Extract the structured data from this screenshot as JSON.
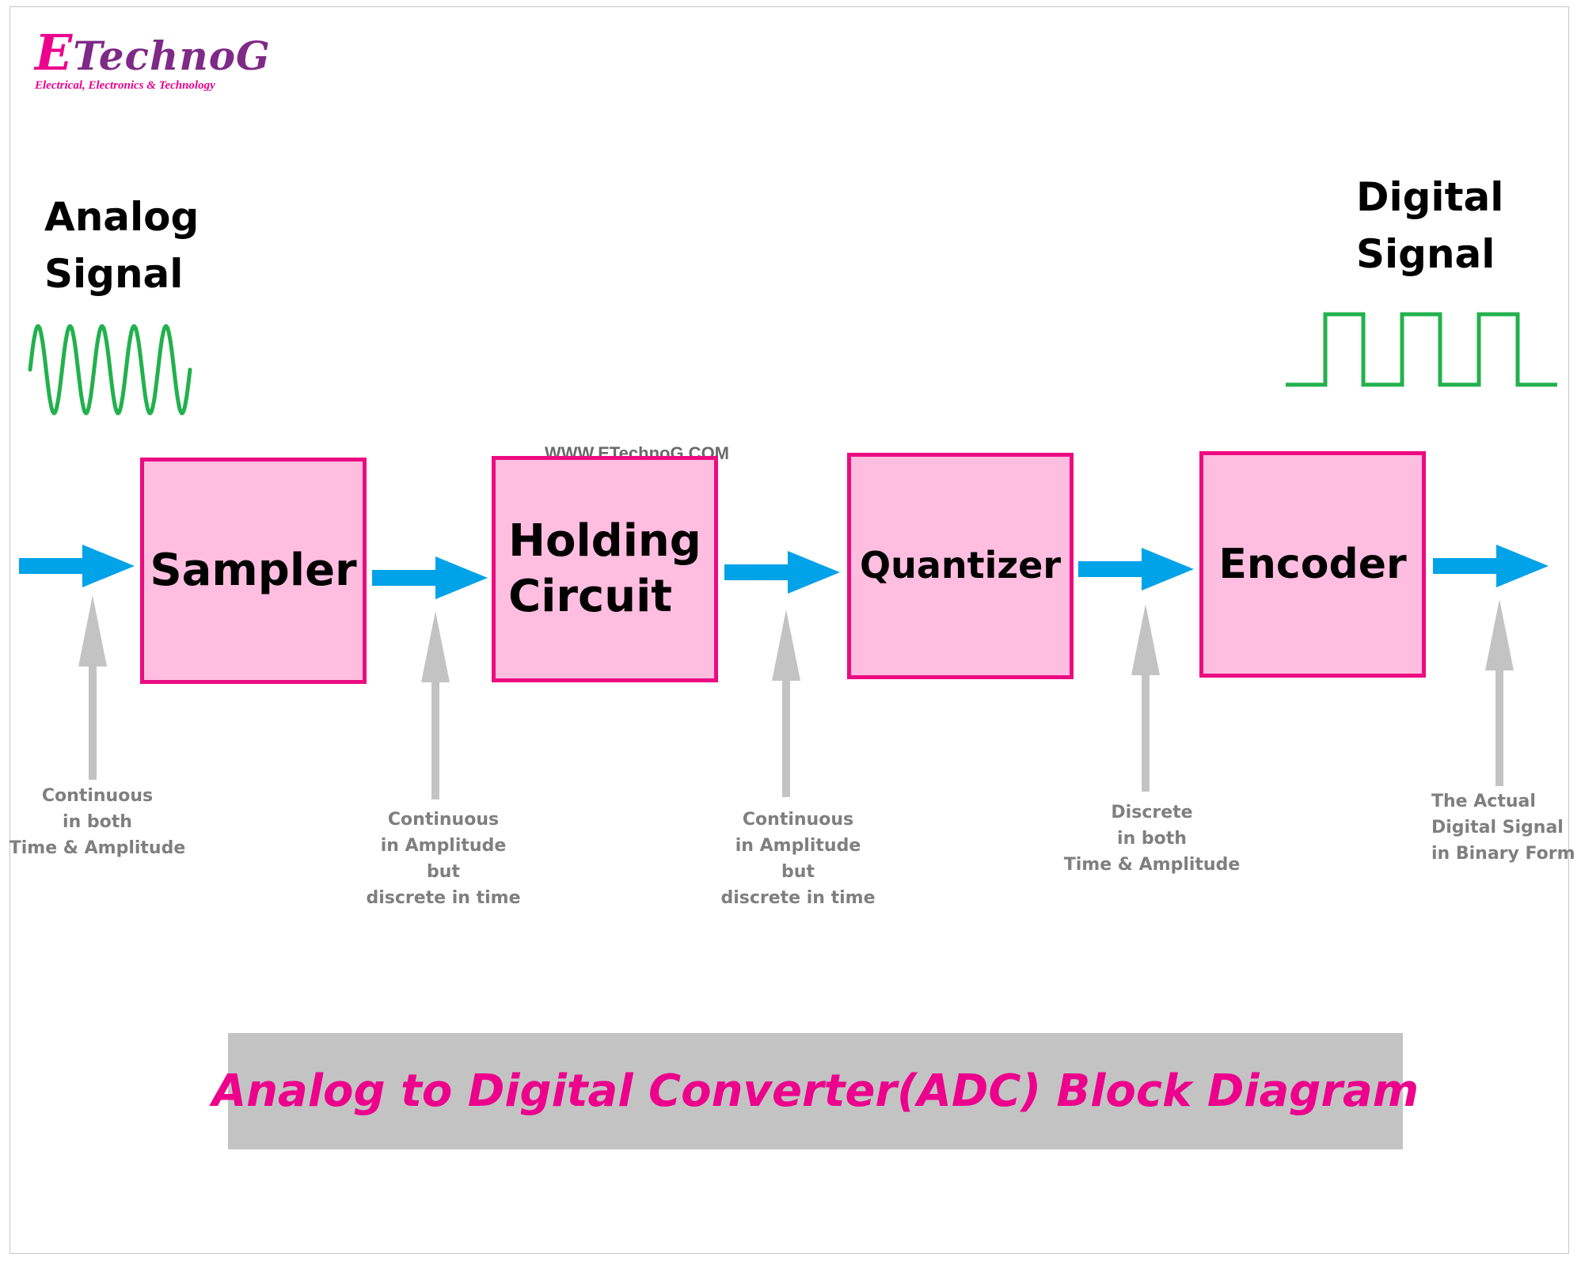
{
  "logo": {
    "initial": "E",
    "name": "TechnoG",
    "tagline": "Electrical, Electronics & Technology"
  },
  "analog_signal": {
    "line1": "Analog",
    "line2": "Signal"
  },
  "digital_signal": {
    "line1": "Digital",
    "line2": "Signal"
  },
  "watermark": "WWW.ETechnoG.COM",
  "blocks": [
    {
      "lines": [
        "Sampler"
      ]
    },
    {
      "lines": [
        "Holding",
        "Circuit"
      ]
    },
    {
      "lines": [
        "Quantizer"
      ]
    },
    {
      "lines": [
        "Encoder"
      ]
    }
  ],
  "notes": [
    {
      "lines": [
        "Continuous",
        "in both",
        "Time & Amplitude"
      ]
    },
    {
      "lines": [
        "Continuous",
        "in Amplitude",
        "but",
        "discrete in time"
      ]
    },
    {
      "lines": [
        "Continuous",
        "in Amplitude",
        "but",
        "discrete in time"
      ]
    },
    {
      "lines": [
        "Discrete",
        "in both",
        "Time & Amplitude"
      ]
    },
    {
      "lines": [
        "The Actual",
        "Digital Signal",
        "in Binary Form"
      ]
    }
  ],
  "title": "Analog to Digital Converter(ADC) Block Diagram",
  "colors": {
    "block_fill": "#ffbee0",
    "block_border": "#ec0b81",
    "flow_arrow": "#00a2e8",
    "pointer_arrow": "#c3c3c3",
    "signal_wave": "#22b14c",
    "title_text": "#ec008c",
    "title_box": "#c3c3c3"
  }
}
